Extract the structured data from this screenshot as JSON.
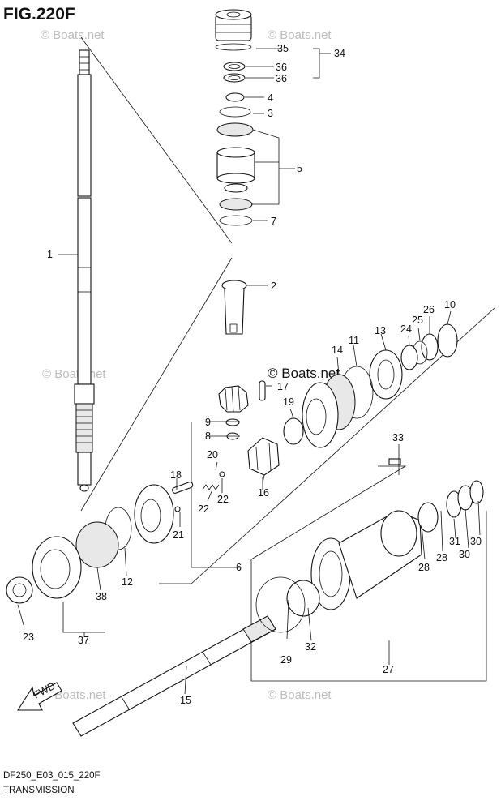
{
  "figure": {
    "title": "FIG.220F",
    "footer_code": "DF250_E03_015_220F",
    "footer_name": "TRANSMISSION",
    "watermark": "© Boats.net",
    "watermark_center": "© Boats.net",
    "fwd_label": "FWD"
  },
  "callouts": [
    "1",
    "2",
    "3",
    "4",
    "5",
    "6",
    "7",
    "8",
    "9",
    "10",
    "11",
    "12",
    "13",
    "14",
    "15",
    "16",
    "17",
    "18",
    "19",
    "20",
    "21",
    "22",
    "22",
    "23",
    "24",
    "25",
    "26",
    "27",
    "28",
    "28",
    "29",
    "30",
    "30",
    "31",
    "32",
    "33",
    "34",
    "35",
    "36",
    "36",
    "37",
    "38"
  ],
  "colors": {
    "ink": "#111111",
    "watermark": "#bdbdbd",
    "background": "#ffffff"
  }
}
